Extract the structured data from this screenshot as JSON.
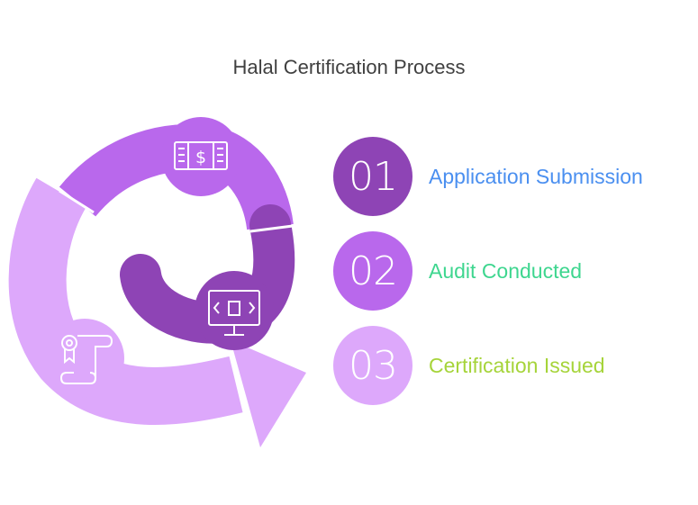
{
  "title": "Halal Certification Process",
  "steps": [
    {
      "number": "01",
      "label": "Application Submission",
      "circle_color": "#8e44b5",
      "label_color": "#4a8ff0",
      "icon": "money-document-icon"
    },
    {
      "number": "02",
      "label": "Audit Conducted",
      "circle_color": "#b968ec",
      "label_color": "#3ed68f",
      "icon": "monitor-code-icon"
    },
    {
      "number": "03",
      "label": "Certification Issued",
      "circle_color": "#dda8fb",
      "label_color": "#a6d43a",
      "icon": "certificate-scroll-icon"
    }
  ],
  "colors": {
    "dark_purple": "#8e44b5",
    "mid_purple": "#b968ec",
    "light_purple": "#dda8fb"
  }
}
